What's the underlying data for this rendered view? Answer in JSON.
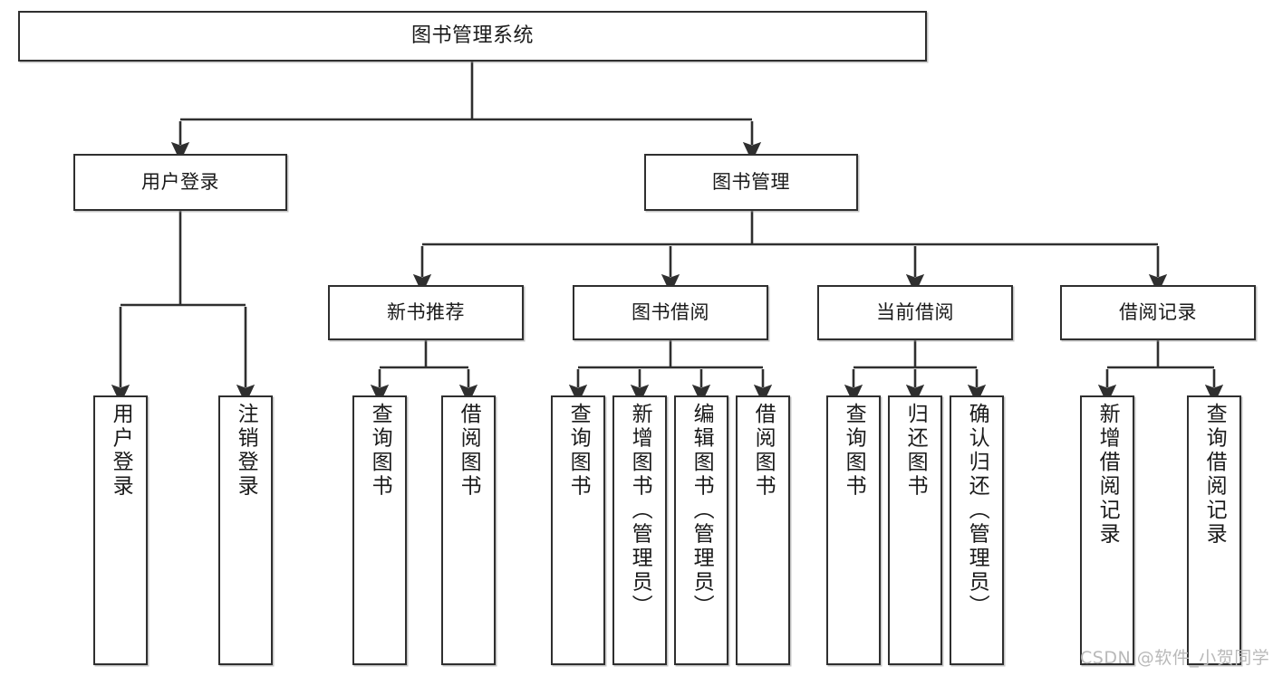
{
  "diagram": {
    "title": "图书管理系统",
    "type": "tree-hierarchy",
    "orientation": "top-down",
    "box_stroke_color": "#2f2f2f",
    "box_fill_color": "#ffffff",
    "connector_color": "#2f2f2f",
    "watermark": "CSDN @软件_小贺同学"
  },
  "nodes": {
    "root": {
      "label": "图书管理系统",
      "level": 1
    },
    "level2": [
      {
        "id": "user-login",
        "label": "用户登录"
      },
      {
        "id": "book-management",
        "label": "图书管理"
      }
    ],
    "level3": [
      {
        "id": "new-book-recommend",
        "label": "新书推荐",
        "parent": "book-management"
      },
      {
        "id": "book-borrow",
        "label": "图书借阅",
        "parent": "book-management"
      },
      {
        "id": "current-borrow",
        "label": "当前借阅",
        "parent": "book-management"
      },
      {
        "id": "borrow-record",
        "label": "借阅记录",
        "parent": "book-management"
      }
    ],
    "leaves": {
      "user-login": [
        {
          "id": "leaf-user-login",
          "label": "用户登录"
        },
        {
          "id": "leaf-logout",
          "label": "注销登录"
        }
      ],
      "new-book-recommend": [
        {
          "id": "leaf-query-book-1",
          "label": "查询图书"
        },
        {
          "id": "leaf-borrow-book-1",
          "label": "借阅图书"
        }
      ],
      "book-borrow": [
        {
          "id": "leaf-query-book-2",
          "label": "查询图书"
        },
        {
          "id": "leaf-add-book",
          "label": "新增图书（管理员）"
        },
        {
          "id": "leaf-edit-book",
          "label": "编辑图书（管理员）"
        },
        {
          "id": "leaf-borrow-book-2",
          "label": "借阅图书"
        }
      ],
      "current-borrow": [
        {
          "id": "leaf-query-book-3",
          "label": "查询图书"
        },
        {
          "id": "leaf-return-book",
          "label": "归还图书"
        },
        {
          "id": "leaf-confirm-return",
          "label": "确认归还（管理员）"
        }
      ],
      "borrow-record": [
        {
          "id": "leaf-add-record",
          "label": "新增借阅记录"
        },
        {
          "id": "leaf-query-record",
          "label": "查询借阅记录"
        }
      ]
    }
  }
}
